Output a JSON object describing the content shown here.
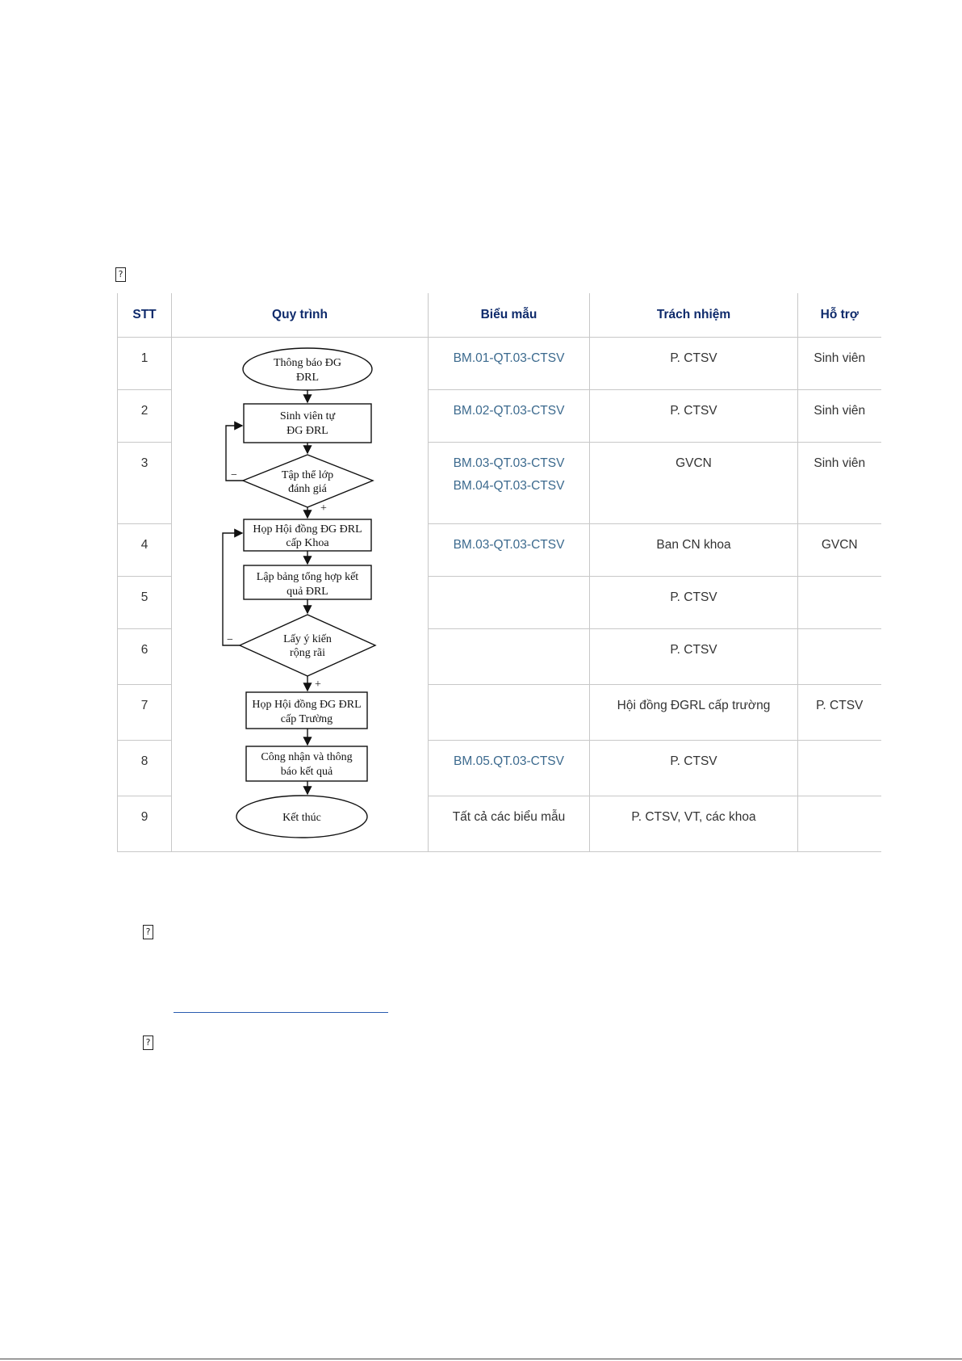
{
  "markers": [
    "?",
    "?",
    "?"
  ],
  "table": {
    "headers": [
      "STT",
      "Quy trình",
      "Biểu mẫu",
      "Trách nhiệm",
      "Hỗ trợ"
    ],
    "rows": [
      {
        "stt": "1",
        "forms": [
          "BM.01-QT.03-CTSV"
        ],
        "responsible": "P. CTSV",
        "support": "Sinh viên"
      },
      {
        "stt": "2",
        "forms": [
          "BM.02-QT.03-CTSV"
        ],
        "responsible": "P. CTSV",
        "support": "Sinh viên"
      },
      {
        "stt": "3",
        "forms": [
          "BM.03-QT.03-CTSV",
          "BM.04-QT.03-CTSV"
        ],
        "responsible": "GVCN",
        "support": "Sinh viên"
      },
      {
        "stt": "4",
        "forms": [
          "BM.03-QT.03-CTSV"
        ],
        "responsible": "Ban CN khoa",
        "support": "GVCN"
      },
      {
        "stt": "5",
        "forms": [],
        "responsible": "P. CTSV",
        "support": ""
      },
      {
        "stt": "6",
        "forms": [],
        "responsible": "P. CTSV",
        "support": ""
      },
      {
        "stt": "7",
        "forms": [],
        "responsible": "Hội đồng ĐGRL cấp trường",
        "support": "P. CTSV"
      },
      {
        "stt": "8",
        "forms": [
          "BM.05.QT.03-CTSV"
        ],
        "responsible": "P. CTSV",
        "support": ""
      },
      {
        "stt": "9",
        "forms": [
          "Tất cả các biểu mẫu"
        ],
        "responsible": "P. CTSV, VT, các khoa",
        "support": ""
      }
    ]
  },
  "flowchart": {
    "start": [
      "Thông báo ĐG",
      "ĐRL"
    ],
    "step2": [
      "Sinh viên tự",
      "ĐG ĐRL"
    ],
    "decision1": [
      "Tập thể lớp",
      "đánh giá"
    ],
    "step4": [
      "Họp Hội đồng ĐG ĐRL",
      "cấp Khoa"
    ],
    "step5": [
      "Lập bảng tổng hợp kết",
      "quả ĐRL"
    ],
    "decision2": [
      "Lấy ý kiến",
      "rộng rãi"
    ],
    "step7": [
      "Họp Hội đồng ĐG ĐRL",
      "cấp Trường"
    ],
    "step8": [
      "Công nhận và thông",
      "báo kết quả"
    ],
    "end": [
      "Kết thúc"
    ],
    "minus": "−",
    "plus": "+"
  }
}
